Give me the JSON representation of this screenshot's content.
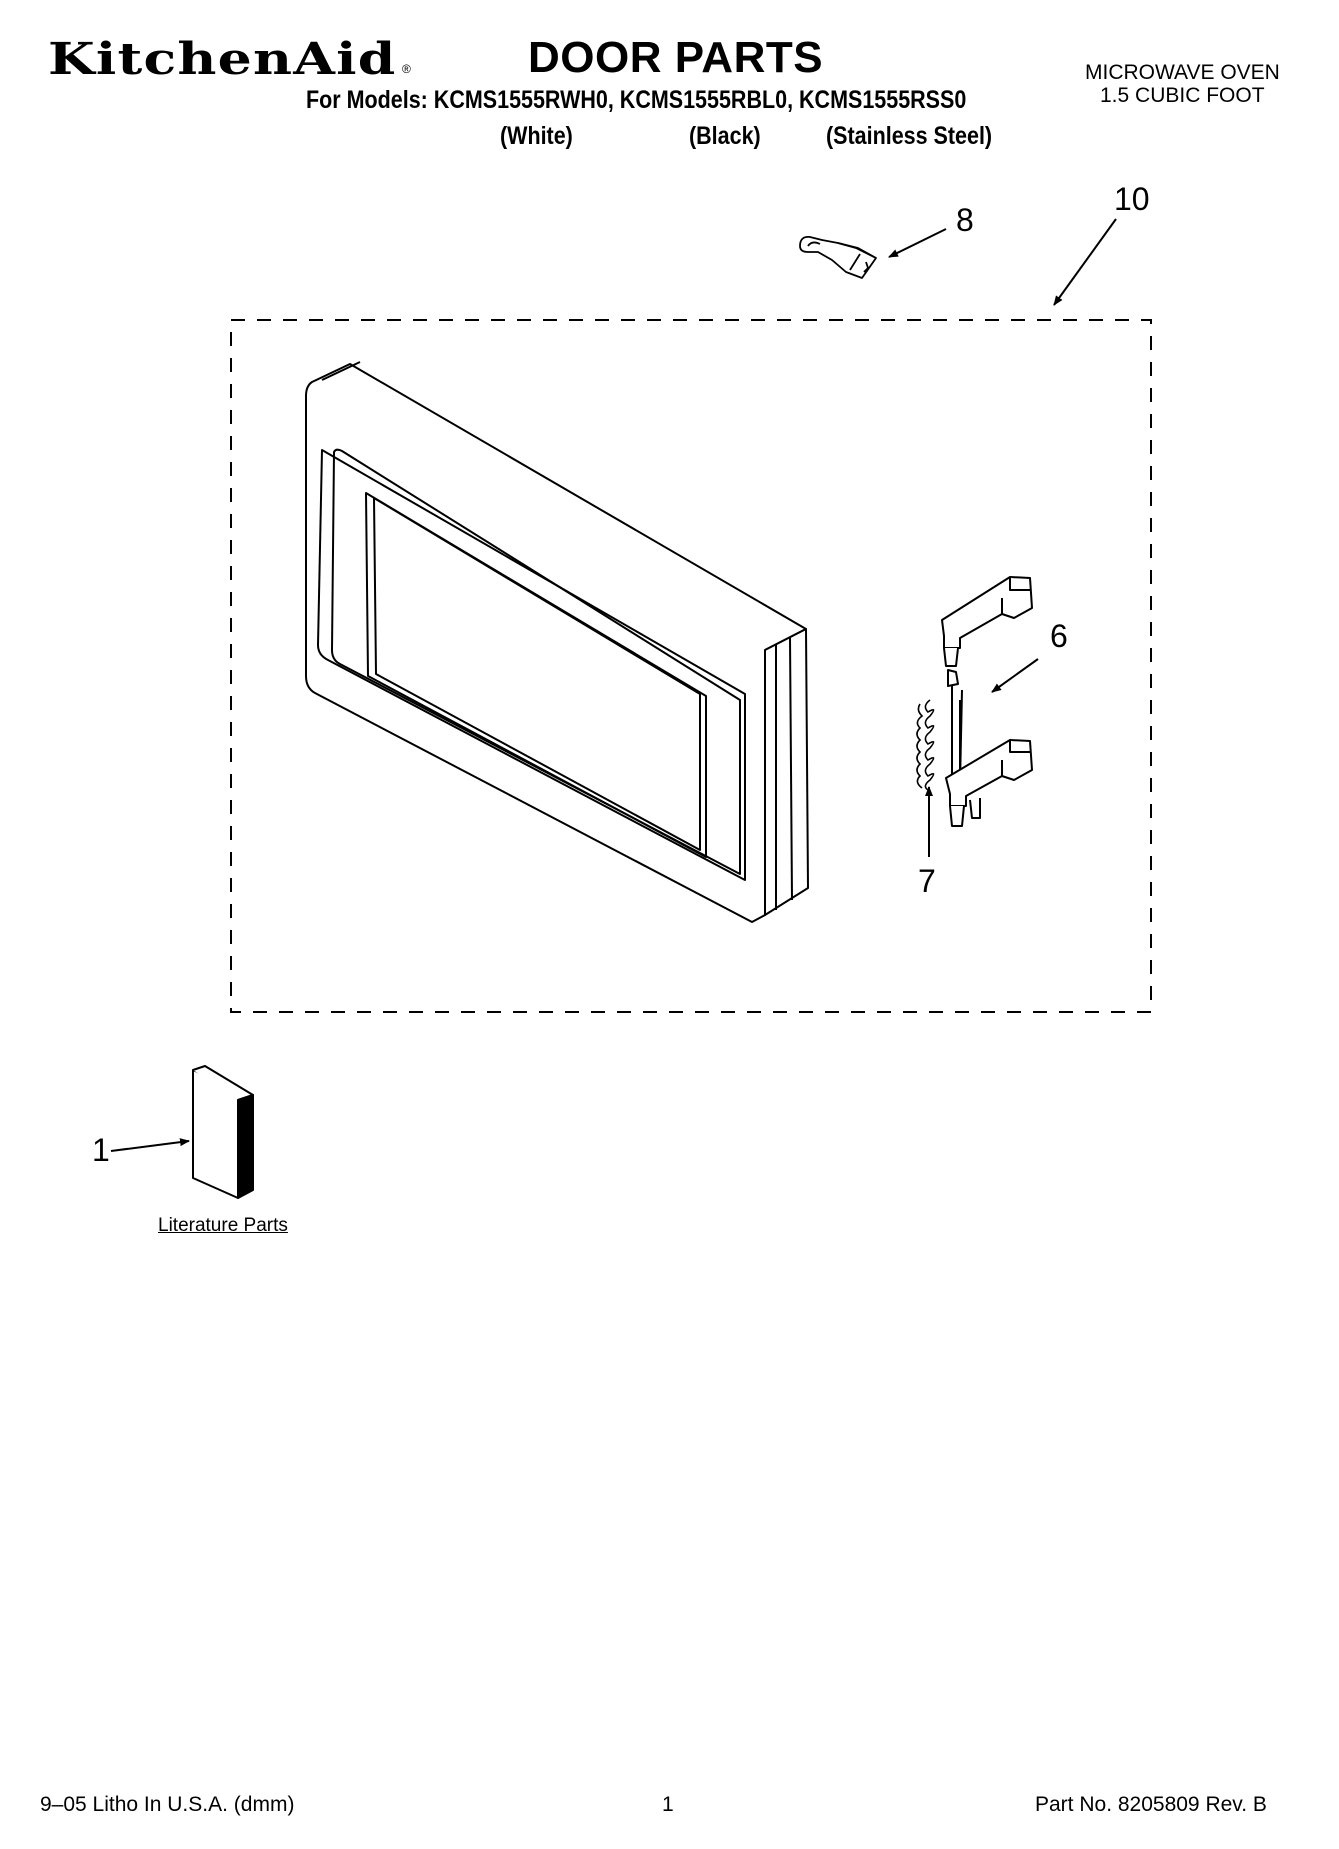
{
  "header": {
    "brand": "KitchenAid",
    "registered_mark": "®",
    "title": "DOOR PARTS",
    "models_line": "For Models: KCMS1555RWH0, KCMS1555RBL0, KCMS1555RSS0",
    "variants": [
      "(White)",
      "(Black)",
      "(Stainless Steel)"
    ],
    "product_type_line1": "MICROWAVE OVEN",
    "product_type_line2": "1.5 CUBIC FOOT"
  },
  "callouts": {
    "c1": "1",
    "c6": "6",
    "c7": "7",
    "c8": "8",
    "c10": "10"
  },
  "literature_label": "Literature Parts",
  "footer": {
    "left": "9–05 Litho In U.S.A. (dmm)",
    "center": "1",
    "right": "Part No. 8205809 Rev. B"
  }
}
